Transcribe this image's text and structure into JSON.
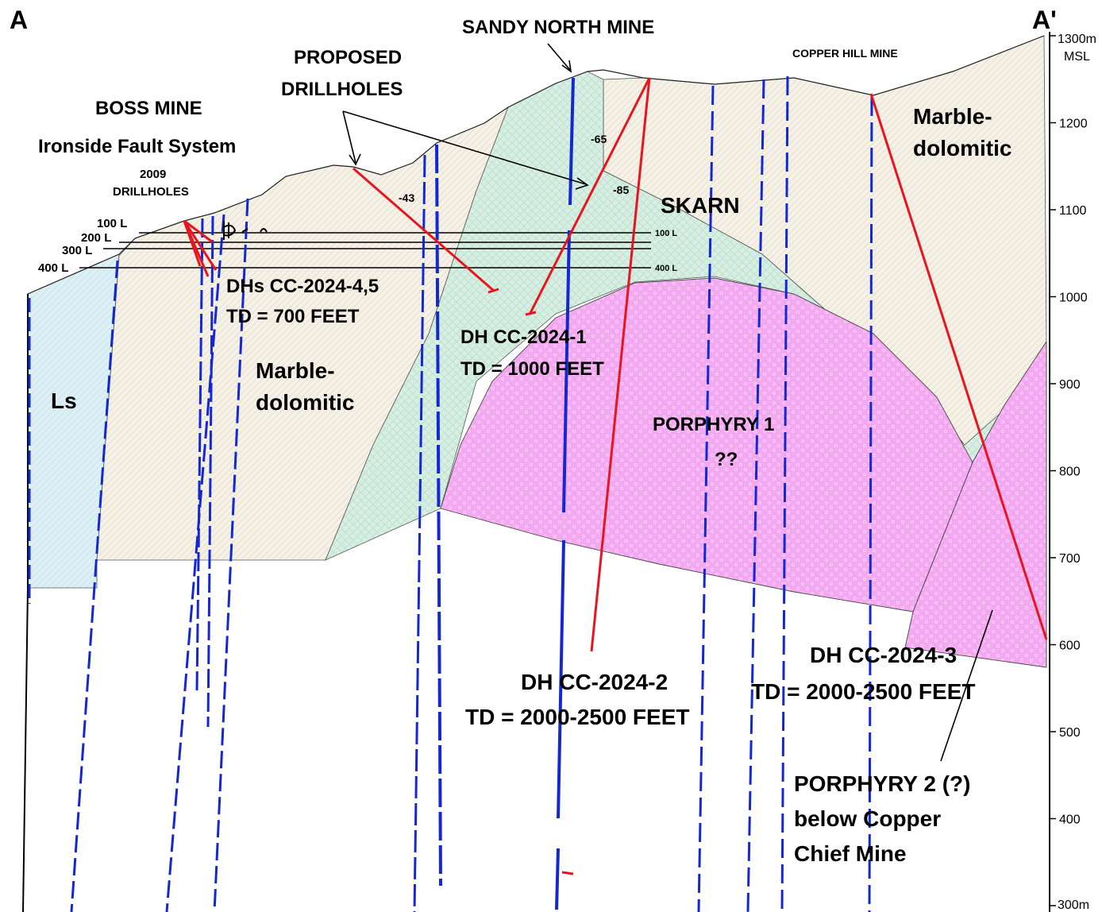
{
  "section_ends": {
    "left": "A",
    "right": "A'"
  },
  "elevation_axis": {
    "top_label": "1300m",
    "top_sublabel": "MSL",
    "bottom_label": "300m",
    "ticks": [
      "1200",
      "1100",
      "1000",
      "900",
      "800",
      "700",
      "600",
      "500",
      "400"
    ]
  },
  "mines": {
    "sandy_north": "SANDY NORTH MINE",
    "copper_hill": "COPPER HILL MINE",
    "boss": "BOSS MINE"
  },
  "fault": "Ironside Fault System",
  "drillholes_2009": {
    "line1": "2009",
    "line2": "DRILLHOLES"
  },
  "proposed": {
    "line1": "PROPOSED",
    "line2": "DRILLHOLES"
  },
  "levels": {
    "left": [
      "100 L",
      "200 L",
      "300 L",
      "400 L"
    ],
    "right_top": "100 L",
    "right_bottom": "400 L"
  },
  "dips": {
    "a": "-43",
    "b": "-65",
    "c": "-85"
  },
  "units": {
    "ls": "Ls",
    "marble_left": {
      "line1": "Marble-",
      "line2": "dolomitic"
    },
    "marble_right": {
      "line1": "Marble-",
      "line2": "dolomitic"
    },
    "skarn": "SKARN",
    "porphyry1": {
      "line1": "PORPHYRY 1",
      "line2": "??"
    },
    "porphyry2": {
      "line1": "PORPHYRY 2 (?)",
      "line2": "below Copper",
      "line3": "Chief Mine"
    }
  },
  "drillhole_labels": {
    "dh45": {
      "line1": "DHs  CC-2024-4,5",
      "line2": "TD = 700 FEET"
    },
    "dh1": {
      "line1": "DH  CC-2024-1",
      "line2": "TD = 1000 FEET"
    },
    "dh2": {
      "line1": "DH CC-2024-2",
      "line2": "TD = 2000-2500 FEET"
    },
    "dh3": {
      "line1": "DH CC-2024-3",
      "line2": "TD = 2000-2500 FEET"
    }
  },
  "colors": {
    "marble": "#f6f1e6",
    "skarn": "#d6efe2",
    "limestone": "#dcf0f6",
    "porphyry": "#f5a8f2",
    "existing_hole": "#1428d2",
    "proposed_hole": "#e8141e"
  }
}
